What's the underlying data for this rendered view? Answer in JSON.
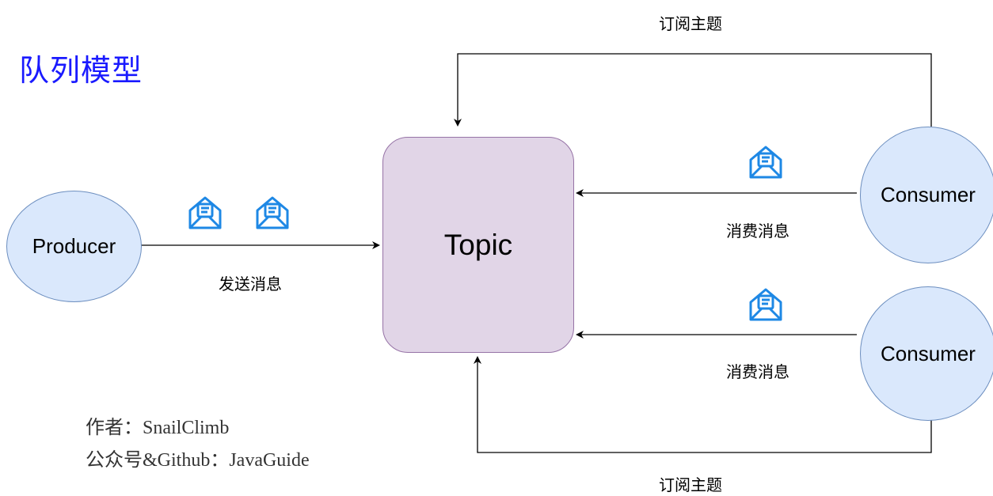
{
  "title": "队列模型",
  "nodes": {
    "producer": "Producer",
    "topic": "Topic",
    "consumer_top": "Consumer",
    "consumer_bottom": "Consumer"
  },
  "edges": {
    "send": "发送消息",
    "consume_top": "消费消息",
    "consume_bottom": "消费消息",
    "subscribe_top": "订阅主题",
    "subscribe_bottom": "订阅主题"
  },
  "author": {
    "line1": "作者：SnailClimb",
    "line2": "公众号&Github：JavaGuide"
  },
  "colors": {
    "title": "#1a1aff",
    "circle_fill": "#dae8fc",
    "circle_stroke": "#6c8ebf",
    "topic_fill": "#e1d5e7",
    "topic_stroke": "#9673a6",
    "message_icon": "#1e88e5"
  },
  "icons": [
    "message-envelope-icon"
  ]
}
